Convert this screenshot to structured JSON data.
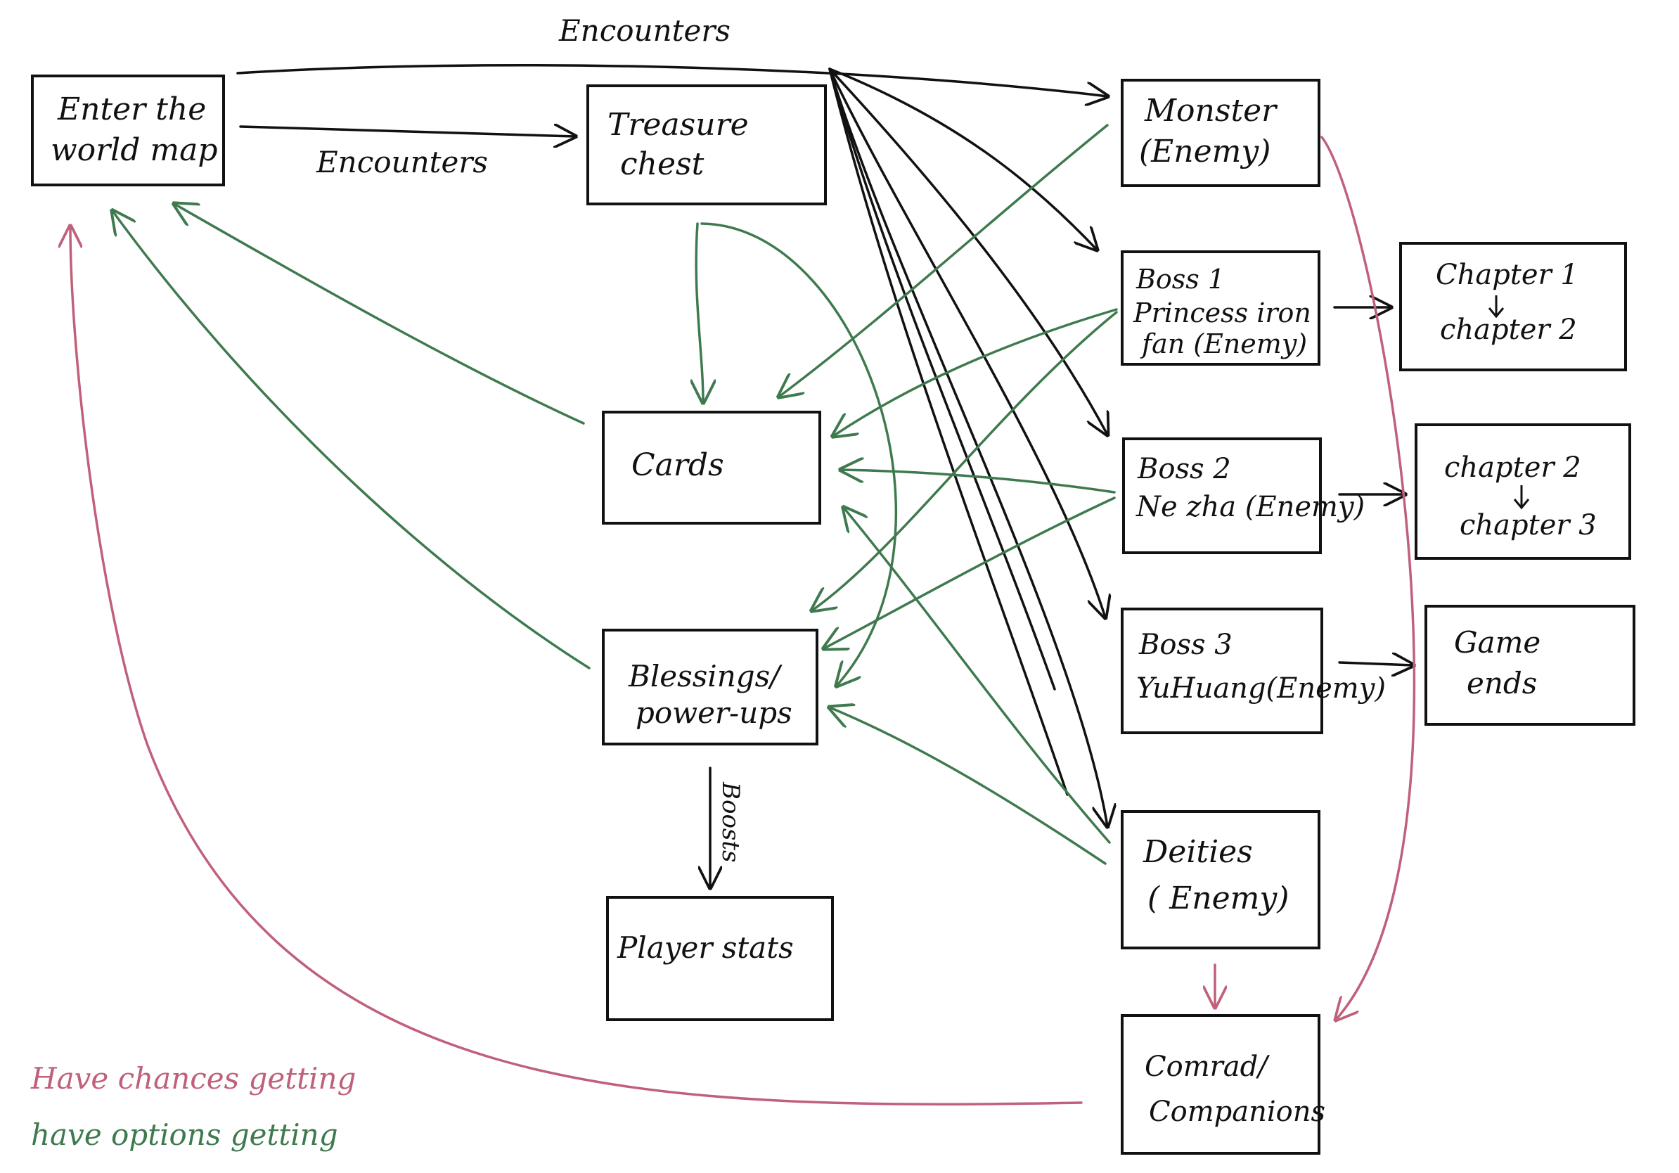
{
  "colors": {
    "black": "#111111",
    "green": "#3f7a4f",
    "pink": "#c0607a"
  },
  "nodes": {
    "world_map": [
      "Enter the",
      "world map"
    ],
    "treasure": [
      "Treasure",
      "chest"
    ],
    "monster": [
      "Monster",
      "(Enemy)"
    ],
    "boss1": [
      "Boss 1",
      "Princess iron",
      "fan (Enemy)"
    ],
    "boss2": [
      "Boss 2",
      "Ne zha (Enemy)"
    ],
    "boss3": [
      "Boss 3",
      "YuHuang(Enemy)"
    ],
    "deities": [
      "Deities",
      "( Enemy)"
    ],
    "comrad": [
      "Comrad/",
      "Companions"
    ],
    "cards": [
      "Cards"
    ],
    "blessings": [
      "Blessings/",
      "power-ups"
    ],
    "player_stats": [
      "Player stats"
    ],
    "chapter1": [
      "Chapter 1",
      "chapter 2"
    ],
    "chapter2": [
      "chapter 2",
      "chapter 3"
    ],
    "game_ends": [
      "Game",
      "ends"
    ]
  },
  "edge_labels": {
    "encounters_top": "Encounters",
    "encounters_mid": "Encounters",
    "boosts": "Boosts"
  },
  "legend": {
    "chances": "Have chances getting",
    "options": "have options getting"
  }
}
